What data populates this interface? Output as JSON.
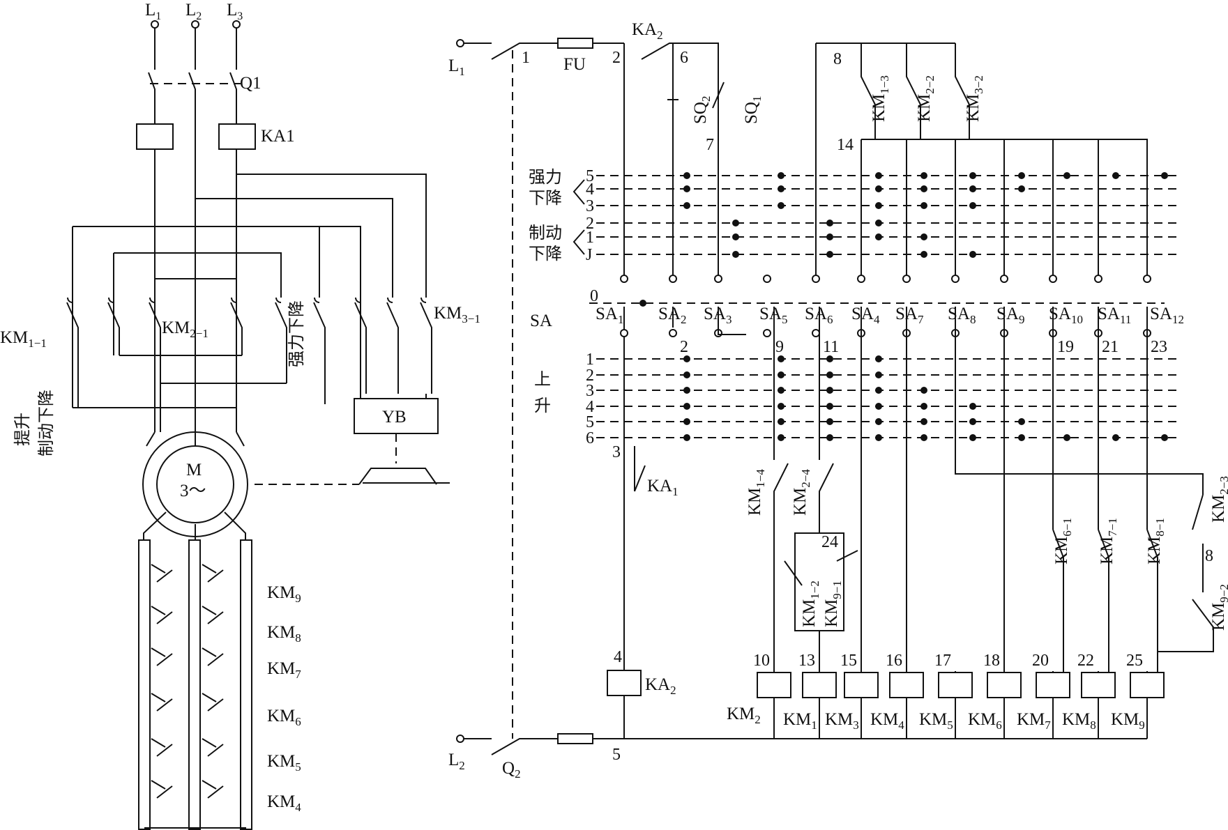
{
  "power": {
    "phases": [
      "L",
      "L",
      "L"
    ],
    "phase_subs": [
      "1",
      "2",
      "3"
    ],
    "switch": "Q1",
    "relay_coil": "KA1",
    "km1_text": "KM",
    "km1_sub": "1−1",
    "km2_text": "KM",
    "km2_sub": "2−1",
    "km3_text": "KM",
    "km3_sub": "3−1",
    "tisheng": "提升",
    "zhidong_xiajiang": "制动下降",
    "qiangli_xiajiang": "强力下降",
    "brake": "YB",
    "motor_line1": "M",
    "motor_line2": "3～",
    "resistor_contactors": [
      {
        "text": "KM",
        "sub": "9"
      },
      {
        "text": "KM",
        "sub": "8"
      },
      {
        "text": "KM",
        "sub": "7"
      },
      {
        "text": "KM",
        "sub": "6"
      },
      {
        "text": "KM",
        "sub": "5"
      },
      {
        "text": "KM",
        "sub": "4"
      }
    ]
  },
  "control": {
    "L1": {
      "text": "L",
      "sub": "1"
    },
    "L2": {
      "text": "L",
      "sub": "2"
    },
    "fuse": "FU",
    "Q2": {
      "text": "Q",
      "sub": "2"
    },
    "ka2_contact": {
      "text": "KA",
      "sub": "2"
    },
    "sq2": {
      "text": "SQ",
      "sub": "2"
    },
    "sq1": {
      "text": "SQ",
      "sub": "1"
    },
    "km13": {
      "text": "KM",
      "sub": "1−3"
    },
    "km22": {
      "text": "KM",
      "sub": "2−2"
    },
    "km32": {
      "text": "KM",
      "sub": "3−2"
    },
    "ka1_contact": {
      "text": "KA",
      "sub": "1"
    },
    "km14": {
      "text": "KM",
      "sub": "1−4"
    },
    "km24": {
      "text": "KM",
      "sub": "2−4"
    },
    "km12": {
      "text": "KM",
      "sub": "1−2"
    },
    "km91": {
      "text": "KM",
      "sub": "9−1"
    },
    "km61": {
      "text": "KM",
      "sub": "6−1"
    },
    "km71": {
      "text": "KM",
      "sub": "7−1"
    },
    "km81": {
      "text": "KM",
      "sub": "8−1"
    },
    "km23": {
      "text": "KM",
      "sub": "2−3"
    },
    "km92": {
      "text": "KM",
      "sub": "9−2"
    },
    "controller": "SA",
    "down_strong": [
      "强力",
      "下降"
    ],
    "down_brake": [
      "制动",
      "下降"
    ],
    "up": [
      "上",
      "升"
    ],
    "lower_positions": [
      "5",
      "4",
      "3",
      "2",
      "1",
      "J"
    ],
    "zero_position": "0",
    "upper_positions": [
      "1",
      "2",
      "3",
      "4",
      "5",
      "6"
    ],
    "sa_contacts": [
      {
        "text": "SA",
        "sub": "1"
      },
      {
        "text": "SA",
        "sub": "2"
      },
      {
        "text": "SA",
        "sub": "3"
      },
      {
        "text": "SA",
        "sub": "5"
      },
      {
        "text": "SA",
        "sub": "6"
      },
      {
        "text": "SA",
        "sub": "4"
      },
      {
        "text": "SA",
        "sub": "7"
      },
      {
        "text": "SA",
        "sub": "8"
      },
      {
        "text": "SA",
        "sub": "9"
      },
      {
        "text": "SA",
        "sub": "10"
      },
      {
        "text": "SA",
        "sub": "11"
      },
      {
        "text": "SA",
        "sub": "12"
      }
    ],
    "coils": [
      {
        "text": "KA",
        "sub": "2"
      },
      {
        "text": "KM",
        "sub": "2"
      },
      {
        "text": "KM",
        "sub": "1"
      },
      {
        "text": "KM",
        "sub": "3"
      },
      {
        "text": "KM",
        "sub": "4"
      },
      {
        "text": "KM",
        "sub": "5"
      },
      {
        "text": "KM",
        "sub": "6"
      },
      {
        "text": "KM",
        "sub": "7"
      },
      {
        "text": "KM",
        "sub": "8"
      },
      {
        "text": "KM",
        "sub": "9"
      }
    ],
    "nodes": [
      "1",
      "2",
      "6",
      "7",
      "8",
      "14",
      "3",
      "9",
      "11",
      "19",
      "21",
      "23",
      "4",
      "5",
      "10",
      "13",
      "15",
      "16",
      "17",
      "18",
      "20",
      "22",
      "25",
      "2",
      "24",
      "8"
    ]
  }
}
